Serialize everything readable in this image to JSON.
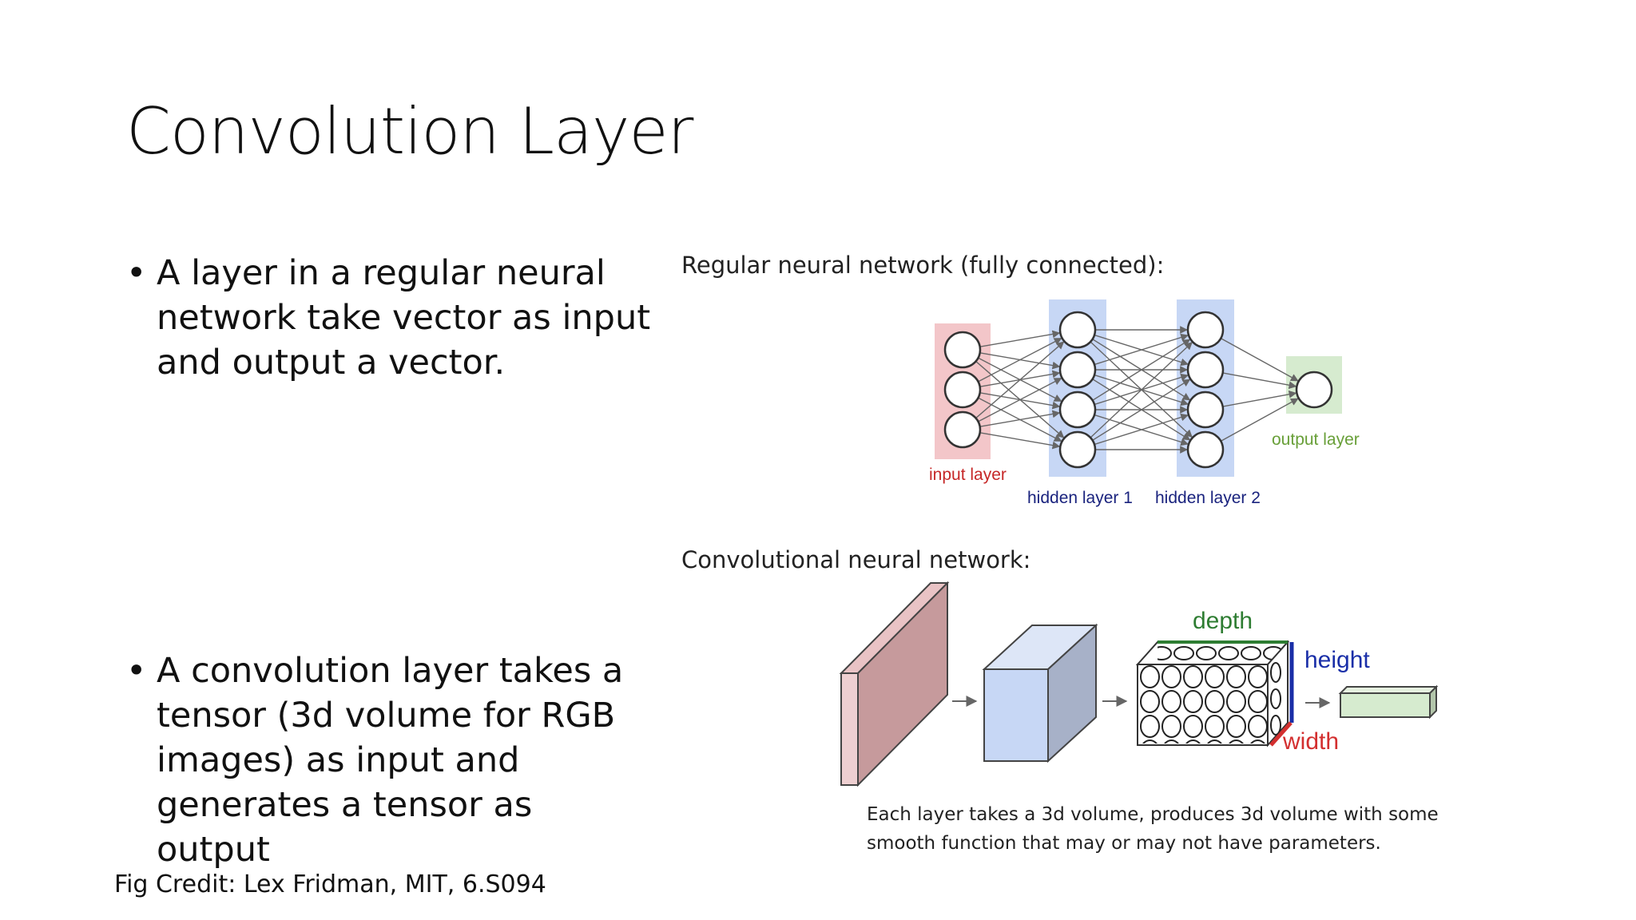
{
  "slide": {
    "title": "Convolution Layer",
    "bullets": [
      "A layer in a regular neural network take vector as input and output a vector.",
      "A convolution layer takes a tensor (3d volume for RGB images) as input and generates a tensor as output"
    ],
    "fig_credit": "Fig Credit: Lex Fridman, MIT, 6.S094",
    "bullet_glyph": "•"
  },
  "fc_diagram": {
    "heading": "Regular neural network (fully connected):",
    "layers": [
      {
        "label": "input layer",
        "nodes": 3,
        "color": "#c62828",
        "band": "#f3c6c9"
      },
      {
        "label": "hidden layer 1",
        "nodes": 4,
        "color": "#1a237e",
        "band": "#c7d7f5"
      },
      {
        "label": "hidden layer 2",
        "nodes": 4,
        "color": "#1a237e",
        "band": "#c7d7f5"
      },
      {
        "label": "output layer",
        "nodes": 1,
        "color": "#689f38",
        "band": "#d6ebcf"
      }
    ]
  },
  "cnn_diagram": {
    "heading": "Convolutional neural network:",
    "depth_label": "depth",
    "height_label": "height",
    "width_label": "width",
    "caption_lines": [
      "Each layer takes a 3d volume, produces 3d volume with some",
      "smooth function that may or may not have parameters."
    ],
    "colors": {
      "depth": "#2e7d32",
      "height": "#1a2fa8",
      "width": "#d32f2f"
    }
  }
}
